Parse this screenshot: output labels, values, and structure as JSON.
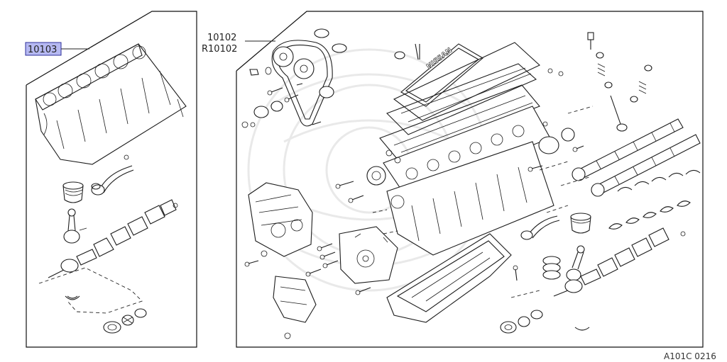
{
  "callouts": {
    "assy_left": "10103",
    "assy_right_line1": "10102",
    "assy_right_line2": "R10102"
  },
  "diagram_code": "A101C 0216",
  "valve_cover_text": "NISSAN",
  "colors": {
    "highlight_fill": "#b6b9f2",
    "highlight_stroke": "#2c2f9a",
    "line": "#1c1c1c",
    "watermark": "#d8d8d8"
  }
}
